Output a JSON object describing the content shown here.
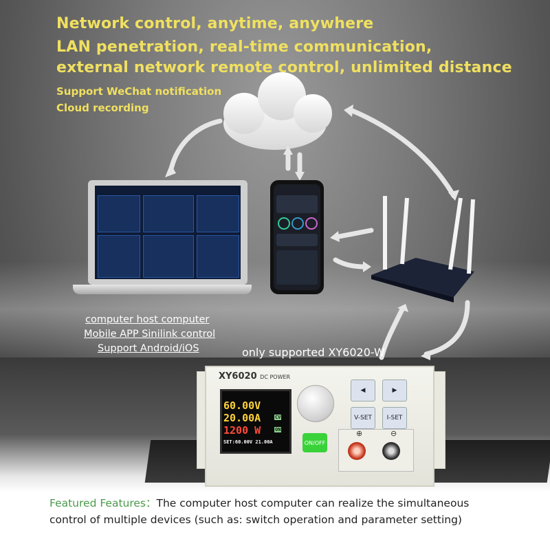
{
  "headline": {
    "line1": "Network control, anytime, anywhere",
    "line2": "LAN penetration, real-time communication,",
    "line3": "external network remote control, unlimited distance"
  },
  "subline": {
    "line1": "Support WeChat notification",
    "line2": "Cloud recording"
  },
  "client_notes": {
    "line1": "computer host computer",
    "line2": "Mobile APP Sinilink control",
    "line3": "Support Android/iOS"
  },
  "support_note": "only supported XY6020-W",
  "device": {
    "model": "XY6020",
    "subtitle": "DC POWER",
    "voltage": "60.00V",
    "current": "20.00A",
    "power": "1200 W",
    "set_line": "SET:60.00V 21.00A",
    "status_cv": "CV",
    "status_on": "ON",
    "btn_set_v": "V-SET",
    "btn_set_i": "I-SET",
    "btn_onoff": "ON/OFF",
    "plus": "⊕",
    "minus": "⊖"
  },
  "featured": {
    "label": "Featured Features：",
    "text": "The computer host computer can realize the simultaneous control of multiple devices (such as: switch operation and parameter setting)"
  },
  "colors": {
    "headline": "#f0e060",
    "feature_label": "#4a9a4a"
  }
}
